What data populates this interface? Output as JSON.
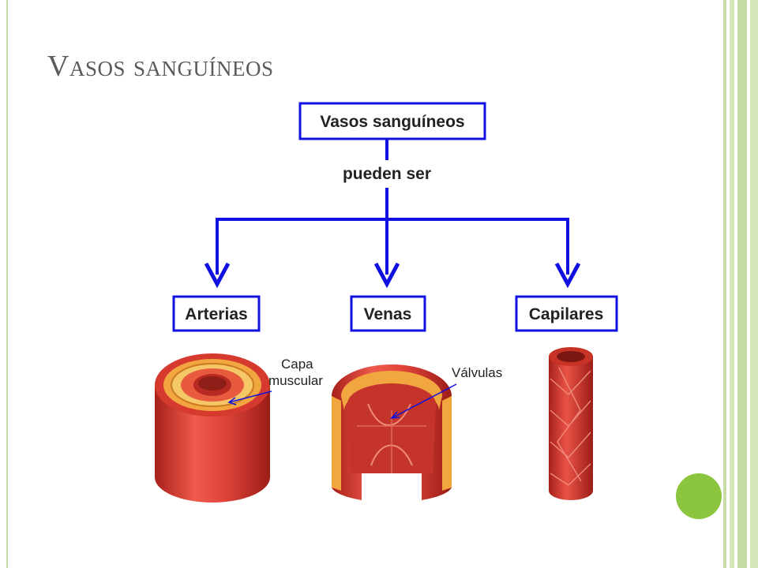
{
  "slide": {
    "title": "Vasos sanguíneos"
  },
  "diagram": {
    "root": "Vasos sanguíneos",
    "connector": "pueden ser",
    "children": [
      "Arterias",
      "Venas",
      "Capilares"
    ],
    "annotations": {
      "artery": [
        "Capa",
        "muscular"
      ],
      "vein": "Válvulas"
    }
  },
  "colors": {
    "line": "#1010e0",
    "accent": "#8cc63f",
    "stripe": "#c7dba6",
    "vessel": "#e0443a"
  }
}
